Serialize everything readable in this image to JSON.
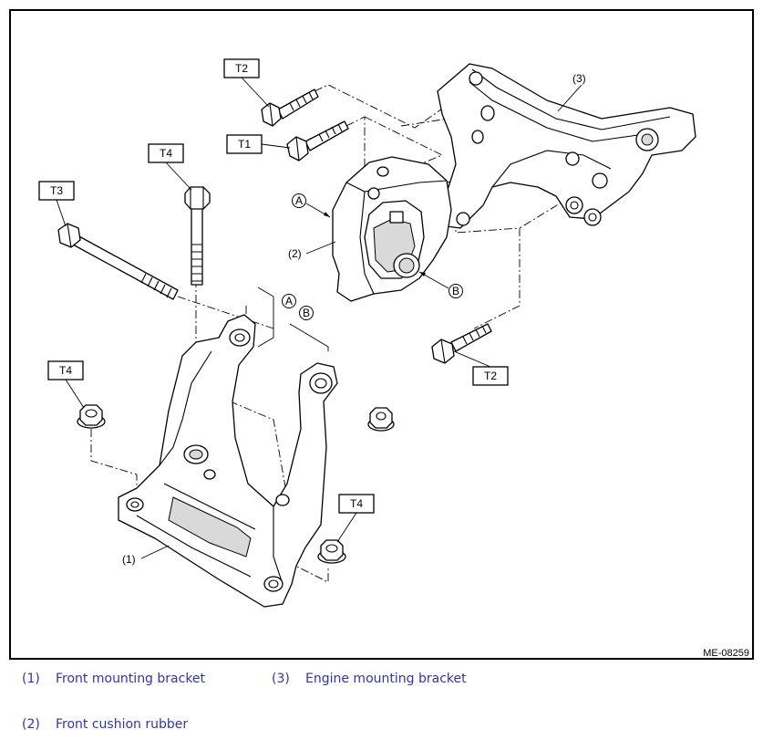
{
  "figure": {
    "id": "ME-08259",
    "callouts": {
      "part1": "(1)",
      "part2": "(2)",
      "part3": "(3)",
      "circle_a": "A",
      "circle_b": "B"
    },
    "torque_tags": [
      {
        "label": "T2"
      },
      {
        "label": "T1"
      },
      {
        "label": "T4"
      },
      {
        "label": "T3"
      },
      {
        "label": "T4"
      },
      {
        "label": "T4"
      },
      {
        "label": "T2"
      }
    ]
  },
  "legend": [
    {
      "num": "(1)",
      "label": "Front mounting bracket"
    },
    {
      "num": "(3)",
      "label": "Engine mounting bracket"
    },
    {
      "num": "(2)",
      "label": "Front cushion rubber"
    }
  ],
  "colors": {
    "legend_text": "#3333aa",
    "frame": "#000000"
  }
}
